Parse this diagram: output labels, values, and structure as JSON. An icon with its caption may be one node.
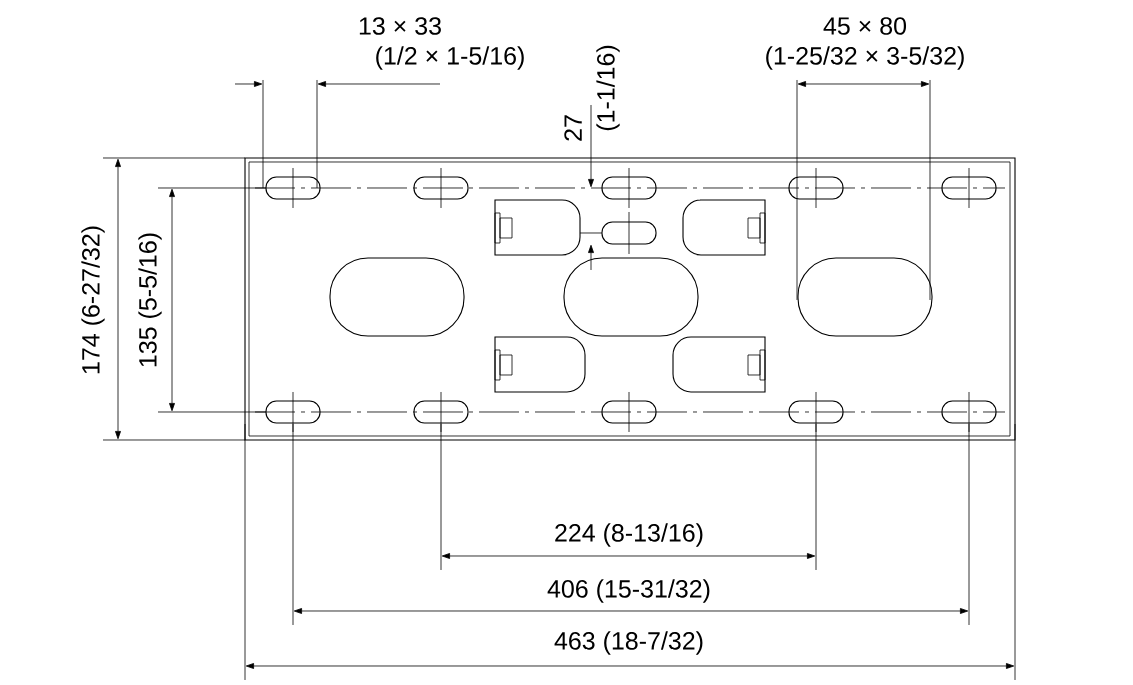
{
  "diagram": {
    "labels": [
      "13 × 33",
      "(1/2 × 1-5/16)",
      "45 × 80",
      "(1-25/32 × 3-5/32)",
      "27",
      "(1-1/16)",
      "174 (6-27/32)",
      "135 (5-5/16)",
      "224 (8-13/16)",
      "406 (15-31/32)",
      "463 (18-7/32)"
    ]
  }
}
